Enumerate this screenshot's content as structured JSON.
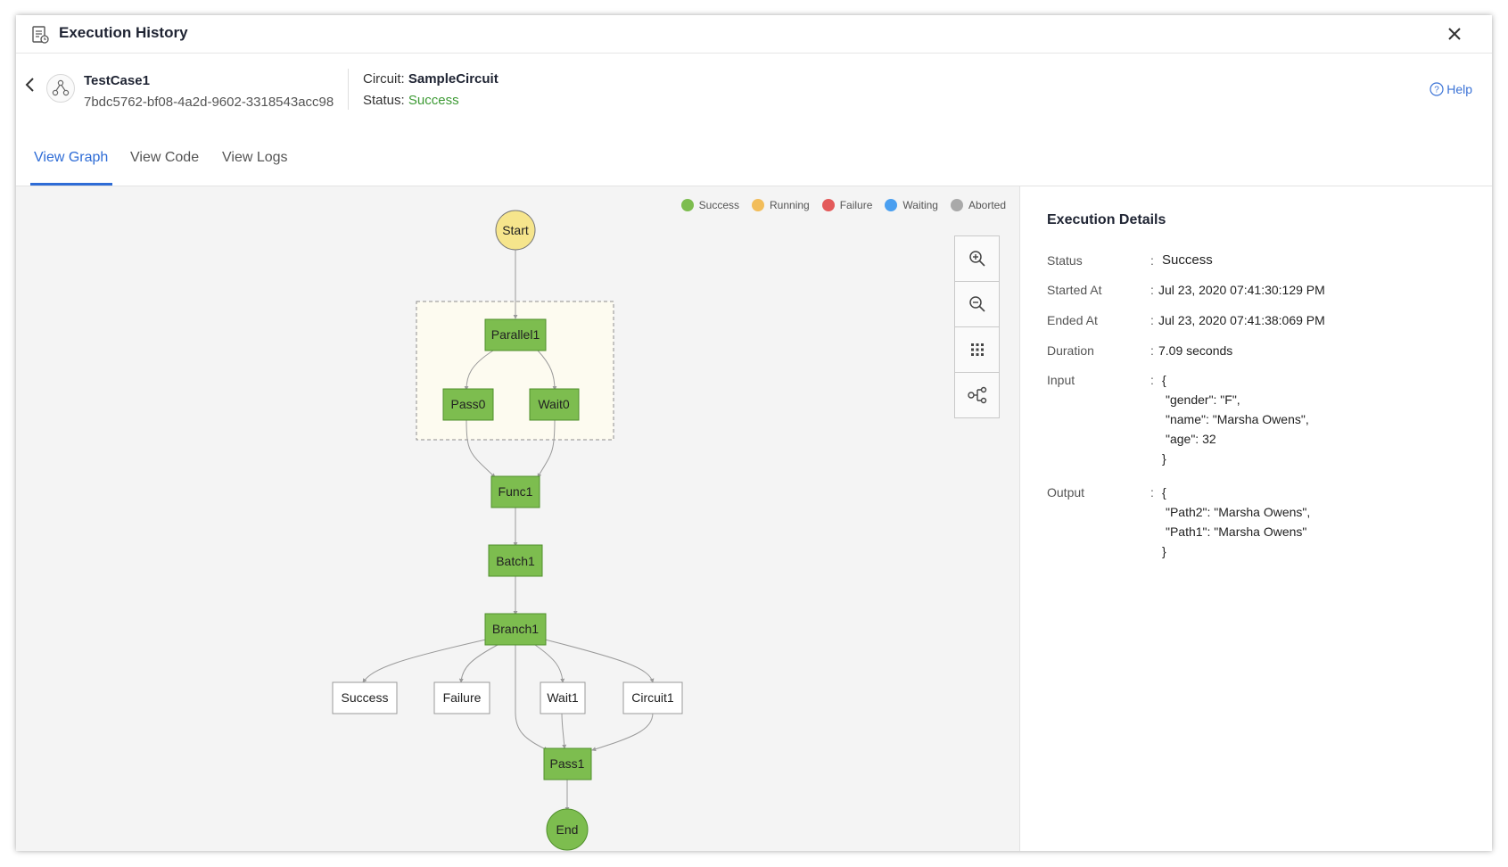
{
  "window": {
    "title": "Execution History"
  },
  "header": {
    "test_case_name": "TestCase1",
    "test_case_id": "7bdc5762-bf08-4a2d-9602-3318543acc98",
    "circuit_label": "Circuit:",
    "circuit_name": "SampleCircuit",
    "status_label": "Status:",
    "status_value": "Success",
    "help_label": "Help"
  },
  "tabs": [
    {
      "label": "View Graph",
      "active": true
    },
    {
      "label": "View Code",
      "active": false
    },
    {
      "label": "View Logs",
      "active": false
    }
  ],
  "legend": [
    {
      "label": "Success",
      "color": "#7dbd4f"
    },
    {
      "label": "Running",
      "color": "#f2bd5a"
    },
    {
      "label": "Failure",
      "color": "#e35a5a"
    },
    {
      "label": "Waiting",
      "color": "#4a9ff0"
    },
    {
      "label": "Aborted",
      "color": "#a9a9a9"
    }
  ],
  "graph": {
    "nodes": {
      "start": "Start",
      "parallel1": "Parallel1",
      "pass0": "Pass0",
      "wait0": "Wait0",
      "func1": "Func1",
      "batch1": "Batch1",
      "branch1": "Branch1",
      "success": "Success",
      "failure": "Failure",
      "wait1": "Wait1",
      "circuit1": "Circuit1",
      "pass1": "Pass1",
      "end": "End"
    },
    "colors": {
      "node_success_fill": "#7dbd4f",
      "node_success_stroke": "#4f8f2b",
      "start_fill": "#f6e58c",
      "end_fill": "#7dbd4f",
      "parallel_group_fill": "#fdfbf0",
      "edge": "#9a9a9a"
    }
  },
  "details": {
    "title": "Execution Details",
    "rows": [
      {
        "label": "Status",
        "value": "Success"
      },
      {
        "label": "Started At",
        "value": "Jul 23, 2020 07:41:30:129 PM"
      },
      {
        "label": "Ended At",
        "value": "Jul 23, 2020 07:41:38:069 PM"
      },
      {
        "label": "Duration",
        "value": "7.09 seconds"
      }
    ],
    "input_label": "Input",
    "input_lines": [
      "{",
      "\"gender\": \"F\",",
      "\"name\": \"Marsha Owens\",",
      "\"age\": 32",
      "}"
    ],
    "output_label": "Output",
    "output_lines": [
      "{",
      "\"Path2\": \"Marsha Owens\",",
      "\"Path1\": \"Marsha Owens\"",
      "}"
    ]
  }
}
